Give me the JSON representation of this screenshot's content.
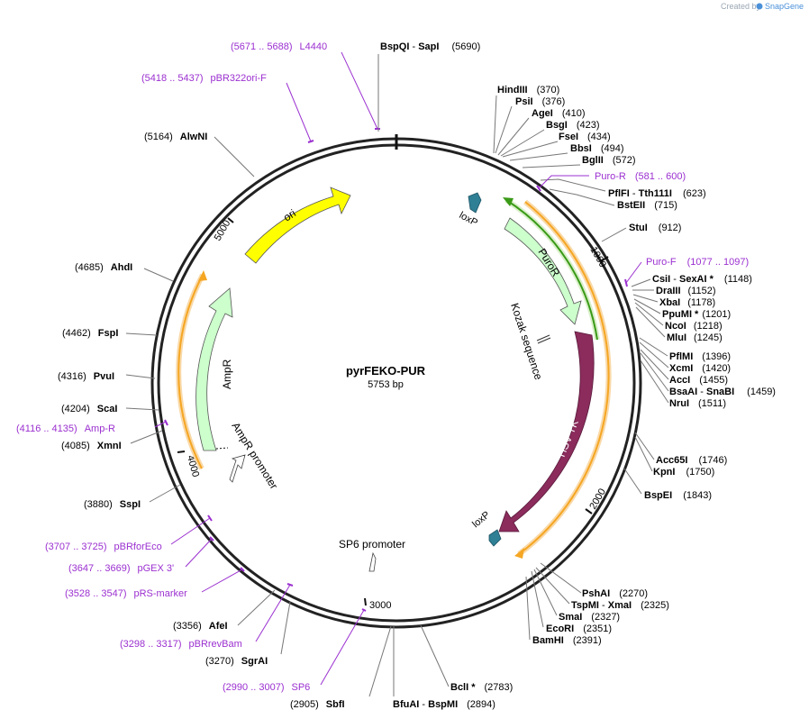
{
  "app": {
    "credit_prefix": "Created by",
    "credit_brand": "SnapGene"
  },
  "plasmid": {
    "name": "pyrFEKO-PUR",
    "length_label": "5753 bp"
  },
  "colors": {
    "backbone": "#222222",
    "primer": "#9b30d0",
    "ori": "#ffff00",
    "resistance": "#ccffcc",
    "hsv_tk": "#8b2c5c",
    "loxp": "#2f7f95",
    "orf": "#f5a623",
    "puro_orf": "#3a9a18",
    "credit_brand": "#4a90d9"
  },
  "ticks": [
    "1000",
    "2000",
    "3000",
    "4000",
    "5000"
  ],
  "features": [
    {
      "name": "ori",
      "label": "ori",
      "kind": "ori"
    },
    {
      "name": "ampr",
      "label": "AmpR",
      "kind": "resistance"
    },
    {
      "name": "ampr-promoter",
      "label": "AmpR promoter",
      "kind": "promoter"
    },
    {
      "name": "purор",
      "label": "PuroR",
      "kind": "resistance"
    },
    {
      "name": "hsv-tk",
      "label": "HSV TK",
      "kind": "gene"
    },
    {
      "name": "loxp-1",
      "label": "loxP",
      "kind": "loxp"
    },
    {
      "name": "loxp-2",
      "label": "loxP",
      "kind": "loxp"
    },
    {
      "name": "kozak",
      "label": "Kozak sequence",
      "kind": "misc"
    },
    {
      "name": "sp6-promoter",
      "label": "SP6 promoter",
      "kind": "promoter"
    }
  ],
  "sites": [
    {
      "name": "BspQI",
      "sep": "-",
      "name2": "SapI",
      "pos": "(5690)"
    },
    {
      "name": "HindIII",
      "pos": "(370)"
    },
    {
      "name": "PsiI",
      "pos": "(376)"
    },
    {
      "name": "AgeI",
      "pos": "(410)"
    },
    {
      "name": "BsgI",
      "pos": "(423)"
    },
    {
      "name": "FseI",
      "pos": "(434)"
    },
    {
      "name": "BbsI",
      "pos": "(494)"
    },
    {
      "name": "BglII",
      "pos": "(572)"
    },
    {
      "name": "PflFI",
      "sep": "-",
      "name2": "Tth111I",
      "pos": "(623)"
    },
    {
      "name": "BstEII",
      "pos": "(715)"
    },
    {
      "name": "StuI",
      "pos": "(912)"
    },
    {
      "name": "CsiI",
      "sep": "-",
      "name2": "SexAI *",
      "pos": "(1148)"
    },
    {
      "name": "DraIII",
      "pos": "(1152)"
    },
    {
      "name": "XbaI",
      "pos": "(1178)"
    },
    {
      "name": "PpuMI *",
      "pos": "(1201)"
    },
    {
      "name": "NcoI",
      "pos": "(1218)"
    },
    {
      "name": "MluI",
      "pos": "(1245)"
    },
    {
      "name": "PflMI",
      "pos": "(1396)"
    },
    {
      "name": "XcmI",
      "pos": "(1420)"
    },
    {
      "name": "AccI",
      "pos": "(1455)"
    },
    {
      "name": "BsaAI",
      "sep": "-",
      "name2": "SnaBI",
      "pos": "(1459)"
    },
    {
      "name": "NruI",
      "pos": "(1511)"
    },
    {
      "name": "Acc65I",
      "pos": "(1746)"
    },
    {
      "name": "KpnI",
      "pos": "(1750)"
    },
    {
      "name": "BspEI",
      "pos": "(1843)"
    },
    {
      "name": "PshAI",
      "pos": "(2270)"
    },
    {
      "name": "TspMI",
      "sep": "-",
      "name2": "XmaI",
      "pos": "(2325)"
    },
    {
      "name": "SmaI",
      "pos": "(2327)"
    },
    {
      "name": "EcoRI",
      "pos": "(2351)"
    },
    {
      "name": "BamHI",
      "pos": "(2391)"
    },
    {
      "name": "BclI *",
      "pos": "(2783)"
    },
    {
      "name": "BfuAI",
      "sep": "-",
      "name2": "BspMI",
      "pos": "(2894)"
    },
    {
      "name": "SbfI",
      "pos": "(2905)",
      "pos_first": true
    },
    {
      "name": "SgrAI",
      "pos": "(3270)",
      "pos_first": true
    },
    {
      "name": "AfeI",
      "pos": "(3356)",
      "pos_first": true
    },
    {
      "name": "SspI",
      "pos": "(3880)",
      "pos_first": true
    },
    {
      "name": "XmnI",
      "pos": "(4085)",
      "pos_first": true
    },
    {
      "name": "ScaI",
      "pos": "(4204)",
      "pos_first": true
    },
    {
      "name": "PvuI",
      "pos": "(4316)",
      "pos_first": true
    },
    {
      "name": "FspI",
      "pos": "(4462)",
      "pos_first": true
    },
    {
      "name": "AhdI",
      "pos": "(4685)",
      "pos_first": true
    },
    {
      "name": "AlwNI",
      "pos": "(5164)",
      "pos_first": true
    }
  ],
  "primers": [
    {
      "range": "(5671 .. 5688)",
      "name": "L4440"
    },
    {
      "range": "(5418 .. 5437)",
      "name": "pBR322ori-F"
    },
    {
      "name": "Puro-R",
      "range": "(581 .. 600)",
      "name_first": true
    },
    {
      "name": "Puro-F",
      "range": "(1077 .. 1097)",
      "name_first": true
    },
    {
      "range": "(4116 .. 4135)",
      "name": "Amp-R"
    },
    {
      "range": "(3707 .. 3725)",
      "name": "pBRforEco"
    },
    {
      "range": "(3647 .. 3669)",
      "name": "pGEX 3'"
    },
    {
      "range": "(3528 .. 3547)",
      "name": "pRS-marker"
    },
    {
      "range": "(3298 .. 3317)",
      "name": "pBRrevBam"
    },
    {
      "range": "(2990 .. 3007)",
      "name": "SP6"
    }
  ]
}
